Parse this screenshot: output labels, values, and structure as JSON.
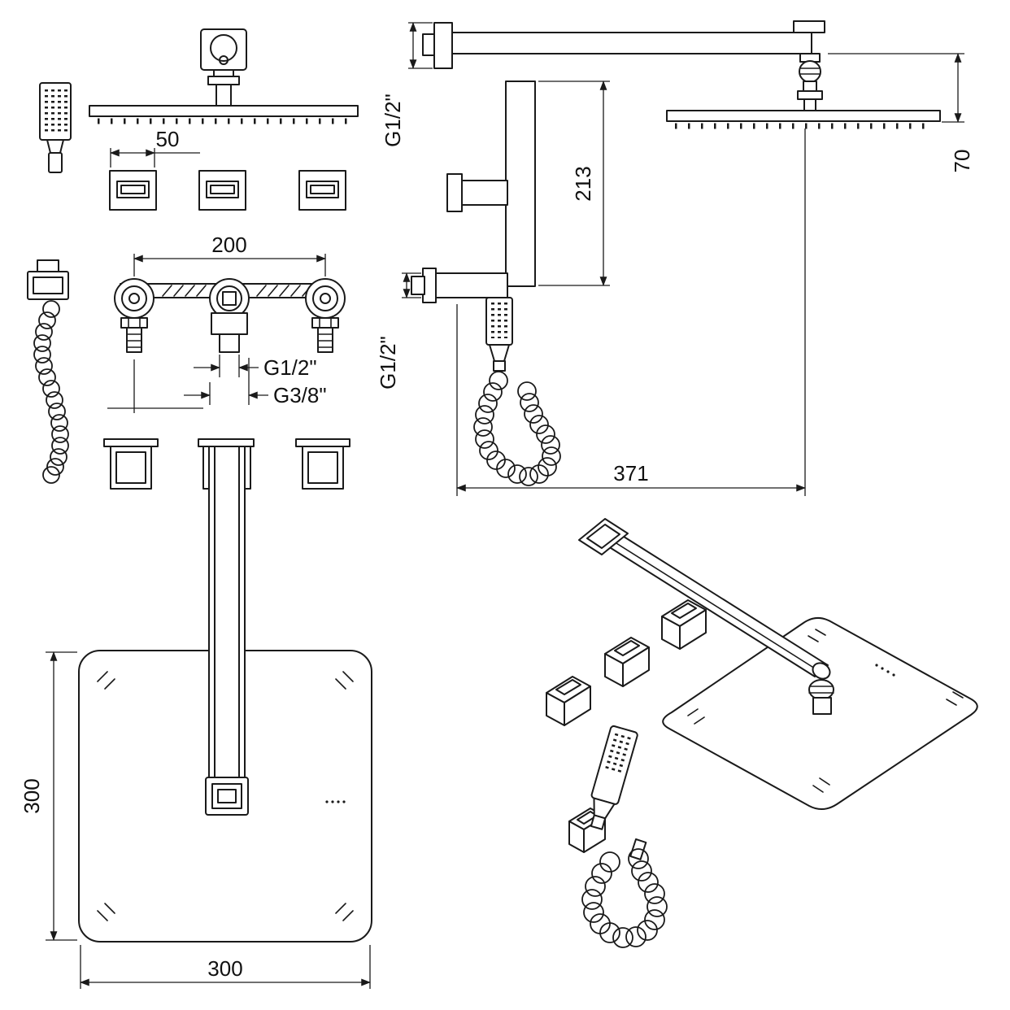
{
  "drawing": {
    "background": "#ffffff",
    "line_color": "#1a1a1a",
    "labels": {
      "dim_50": "50",
      "dim_200": "200",
      "thread_g12_front": "G1/2\"",
      "thread_g38_front": "G3/8\"",
      "thread_g12_arm": "G1/2\"",
      "thread_g12_outlet": "G1/2\"",
      "dim_70": "70",
      "dim_213": "213",
      "dim_371": "371",
      "dim_300_vertical": "300",
      "dim_300_horizontal": "300"
    }
  }
}
